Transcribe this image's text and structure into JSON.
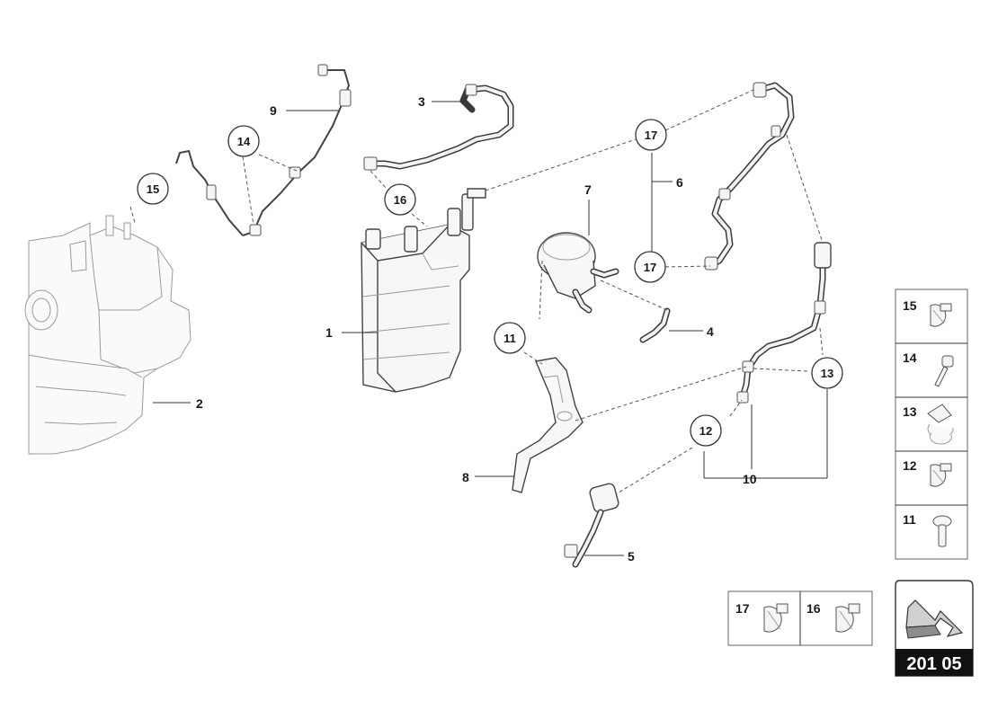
{
  "callouts": {
    "n1": "1",
    "n2": "2",
    "n3": "3",
    "n4": "4",
    "n5": "5",
    "n6": "6",
    "n7": "7",
    "n8": "8",
    "n9": "9",
    "n10": "10"
  },
  "circles": {
    "c11": "11",
    "c12": "12",
    "c13": "13",
    "c14": "14",
    "c15": "15",
    "c16": "16",
    "c17a": "17",
    "c17b": "17"
  },
  "legend_side": [
    "15",
    "14",
    "13",
    "12",
    "11"
  ],
  "legend_bottom": [
    "17",
    "16"
  ],
  "reference_code": "201 05"
}
